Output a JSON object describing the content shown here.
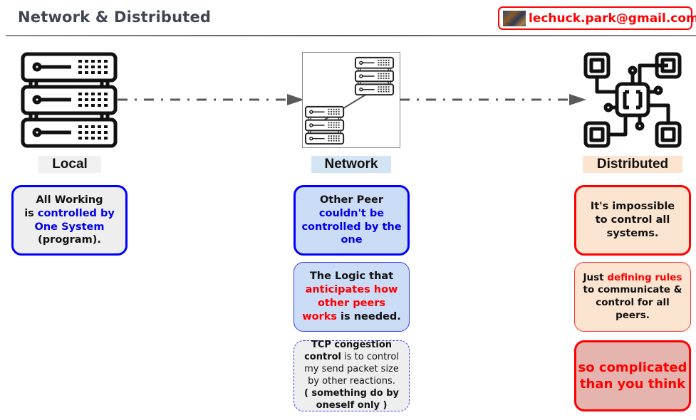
{
  "header": {
    "title": "Network & Distributed",
    "email": "lechuck.park@gmail.com"
  },
  "colors": {
    "local_accent": "#0000ff",
    "network_accent": "#0000ff",
    "distributed_accent": "#ff0000",
    "local_label_bg": "#f0f0f0",
    "network_label_bg": "#d3e5f5",
    "distributed_label_bg": "#fbe4d0"
  },
  "stages": {
    "local": {
      "label": "Local",
      "icon": "server-rack-icon",
      "boxes": [
        {
          "parts": [
            {
              "text": "All Working",
              "style": "dark"
            },
            {
              "text": "is ",
              "style": "dark"
            },
            {
              "text": "controlled by",
              "style": "blue"
            },
            {
              "text": "One System",
              "style": "blue"
            },
            {
              "text": "(program).",
              "style": "dark"
            }
          ]
        }
      ]
    },
    "network": {
      "label": "Network",
      "icon": "connected-servers-icon",
      "boxes": [
        {
          "parts": [
            {
              "text": "Other Peer",
              "style": "dark"
            },
            {
              "text": "couldn't be",
              "style": "blue"
            },
            {
              "text": "controlled by the",
              "style": "blue"
            },
            {
              "text": "one",
              "style": "blue"
            }
          ]
        },
        {
          "parts": [
            {
              "text": "The Logic that",
              "style": "dark"
            },
            {
              "text": "anticipates how",
              "style": "red"
            },
            {
              "text": "other peers",
              "style": "red"
            },
            {
              "text": "works",
              "style": "red"
            },
            {
              "text": " is needed.",
              "style": "dark"
            }
          ]
        },
        {
          "parts": [
            {
              "text": "TCP congestion",
              "style": "bold"
            },
            {
              "text": "control",
              "style": "bold"
            },
            {
              "text": " is to control",
              "style": "normal"
            },
            {
              "text": "my send packet size",
              "style": "normal"
            },
            {
              "text": "by other reactions.",
              "style": "normal"
            },
            {
              "text": "( something do by",
              "style": "bold"
            },
            {
              "text": "oneself only )",
              "style": "bold"
            }
          ]
        }
      ]
    },
    "distributed": {
      "label": "Distributed",
      "icon": "distributed-chip-network-icon",
      "boxes": [
        {
          "parts": [
            {
              "text": "It's impossible",
              "style": "dark"
            },
            {
              "text": "to control all",
              "style": "dark"
            },
            {
              "text": "systems.",
              "style": "dark"
            }
          ]
        },
        {
          "parts": [
            {
              "text": "Just ",
              "style": "dark"
            },
            {
              "text": "defining rules",
              "style": "red"
            },
            {
              "text": "to communicate &",
              "style": "dark"
            },
            {
              "text": "control for all",
              "style": "dark"
            },
            {
              "text": "peers.",
              "style": "dark"
            }
          ]
        },
        {
          "parts": [
            {
              "text": "so complicated",
              "style": "red"
            },
            {
              "text": "than you think",
              "style": "red"
            }
          ]
        }
      ]
    }
  }
}
